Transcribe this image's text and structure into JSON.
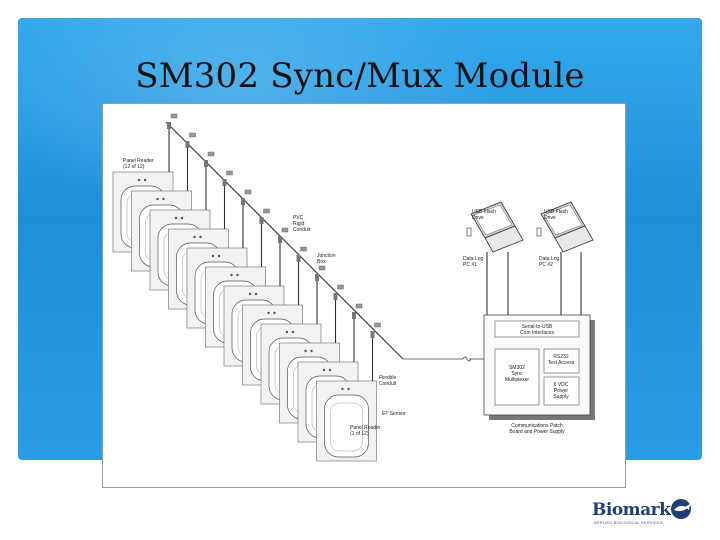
{
  "slide": {
    "title": "SM302 Sync/Mux Module"
  },
  "diagram": {
    "panel_reader_top": [
      "Panel Reader",
      "(12 of 12)"
    ],
    "panel_reader_bottom": [
      "Panel Reader",
      "(1 of 12)"
    ],
    "pvc_conduit": [
      "PVC",
      "Rigid",
      "Conduit"
    ],
    "junction_box": [
      "Junction",
      "Box"
    ],
    "flexible_conduit": [
      "Flexible",
      "Conduit"
    ],
    "et_sensor": "ET Sensor",
    "usb_drive_1": [
      "USB Flash",
      "Drive"
    ],
    "usb_drive_2": [
      "USB Flash",
      "Drive"
    ],
    "data_log_1": [
      "Data Log",
      "PC #1"
    ],
    "data_log_2": [
      "Data Log",
      "PC #2"
    ],
    "serial_usb": [
      "Serial-to-USB",
      "Com Interfaces"
    ],
    "sm302": [
      "SM302",
      "Sync",
      "Multiplexer"
    ],
    "rs232": [
      "RS232",
      "Test Access"
    ],
    "power_supply": [
      "6 VDC",
      "Power",
      "Supply"
    ],
    "comm_patch": [
      "Communications Patch",
      "Board and Power Supply"
    ]
  },
  "logo": {
    "name": "Biomark",
    "tagline": "APPLIED BIOLOGICAL SERVICES"
  },
  "colors": {
    "panel_top": "#34a9ec",
    "panel_bottom": "#1e8fdb",
    "logo_navy": "#1f3f7a"
  }
}
